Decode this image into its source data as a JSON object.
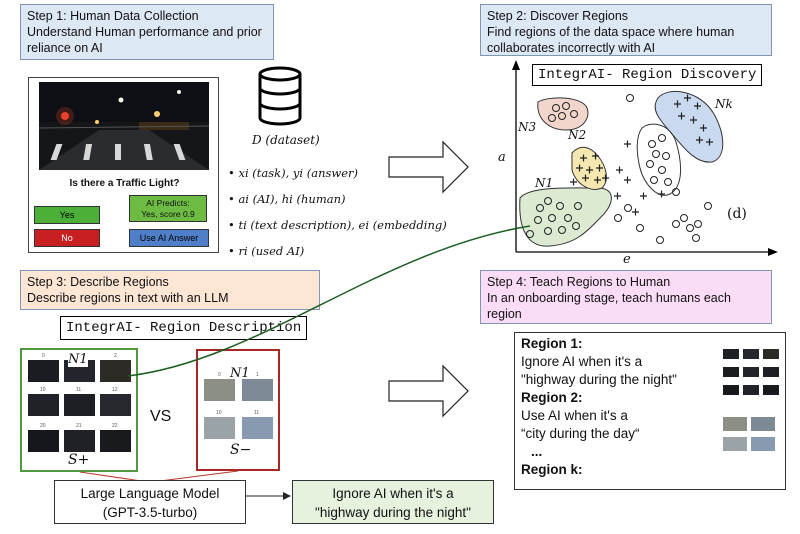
{
  "step1": {
    "title": "Step 1: Human Data Collection",
    "subtitle": "Understand Human performance and prior reliance on AI",
    "bg": "#dde8f5"
  },
  "step2": {
    "title": "Step 2: Discover Regions",
    "subtitle": "Find regions of the data space where human collaborates incorrectly with AI",
    "bg": "#dde8f5"
  },
  "step3": {
    "title": "Step 3: Describe Regions",
    "subtitle": "Describe regions in text with an LLM",
    "bg": "#fde6d4"
  },
  "step4": {
    "title": "Step 4: Teach Regions to Human",
    "subtitle": "In an onboarding stage, teach humans each region",
    "bg": "#fbdcf7"
  },
  "interface": {
    "question": "Is there a Traffic Light?",
    "yes_label": "Yes",
    "no_label": "No",
    "ai_predicts_label": "AI Predicts:",
    "ai_predicts_value": "Yes, score 0.9",
    "use_ai_label": "Use AI Answer"
  },
  "dataset": {
    "label": "D (dataset)",
    "items": [
      "xi (task), yi (answer)",
      "ai (AI), hi (human)",
      "ti (text description), ei (embedding)",
      "ri (used AI)"
    ]
  },
  "discovery": {
    "title": "IntegrAI- Region Discovery",
    "axis_y": "a",
    "axis_x": "e",
    "panel_tag": "(d)",
    "regions": [
      "N1",
      "N2",
      "N3",
      "Nk"
    ]
  },
  "description": {
    "title": "IntegrAI- Region Description",
    "vs_label": "VS",
    "pos_set": "S+",
    "neg_set": "S−",
    "n1_label": "N1",
    "pos_tiles": [
      "0",
      "1",
      "2",
      "10",
      "11",
      "12",
      "20",
      "21",
      "22"
    ],
    "neg_tiles": [
      "0",
      "1",
      "10",
      "11"
    ]
  },
  "llm": {
    "line1": "Large Language  Model",
    "line2": "(GPT-3.5-turbo)",
    "output_line1": "Ignore AI when it's a",
    "output_line2": "\"highway during the night\""
  },
  "teach": {
    "r1_title": "Region 1:",
    "r1_line1": "Ignore AI when it's a",
    "r1_line2": "\"highway during the night\"",
    "r2_title": "Region 2:",
    "r2_line1": "Use AI when it's a",
    "r2_line2": "“city during the day“",
    "ellipsis": "...",
    "rk_title": "Region k:"
  },
  "colors": {
    "yes": "#4caf3a",
    "no": "#c82020",
    "ai_predict": "#6dbb43",
    "use_ai": "#4f7fc9",
    "n1_region": "#dbead1",
    "n2_region": "#f4e7b0",
    "n3_region": "#f2d6cc",
    "nk_region": "#c9d9ef",
    "pos_border": "#4f9a3a",
    "neg_border": "#a82626",
    "llm_output_bg": "#e6f1de"
  }
}
